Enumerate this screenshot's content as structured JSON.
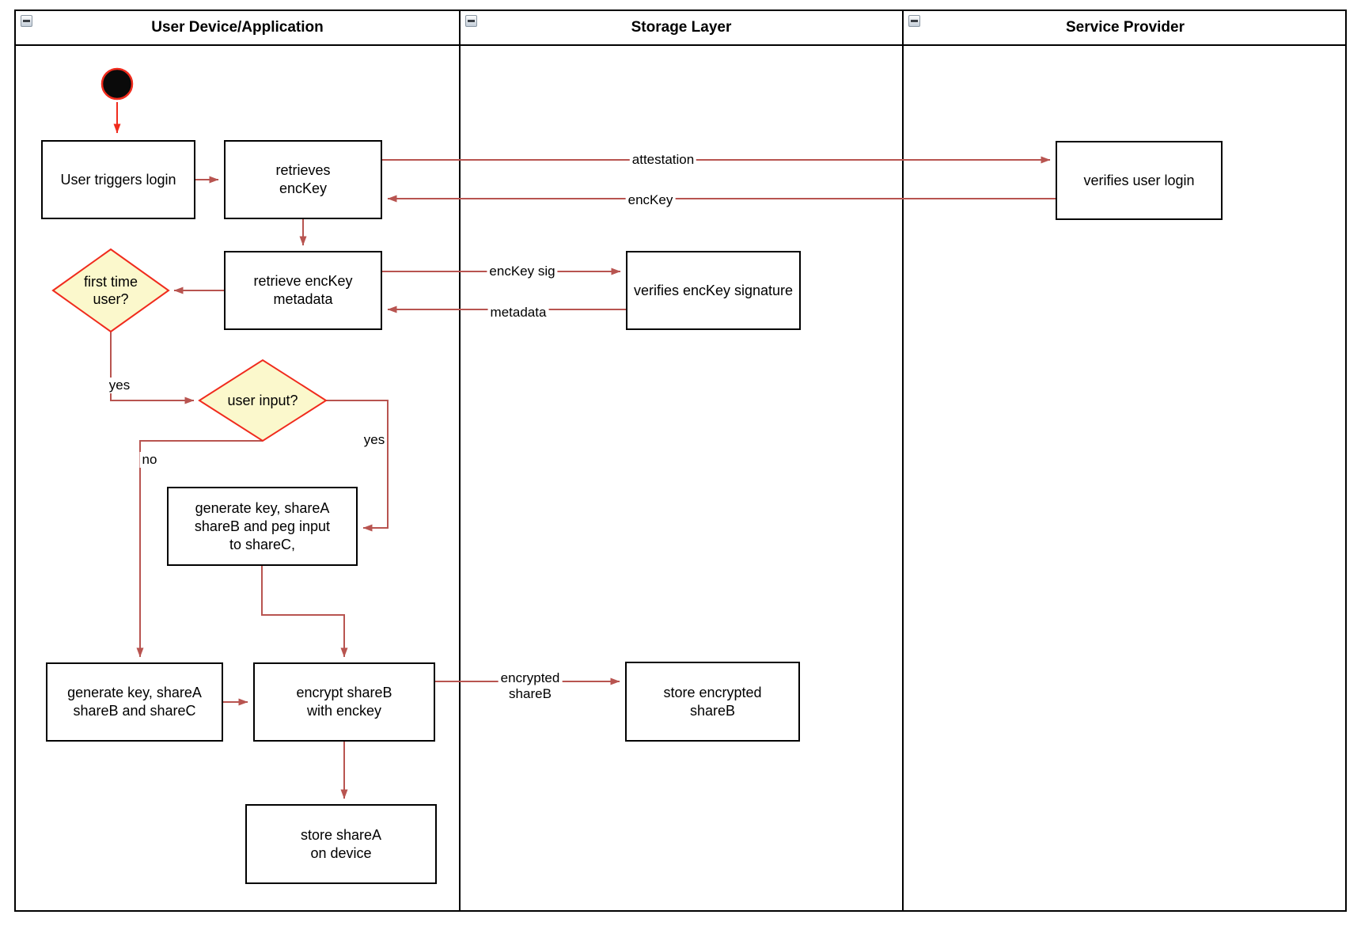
{
  "lanes": [
    {
      "title": "User Device/Application"
    },
    {
      "title": "Storage Layer"
    },
    {
      "title": "Service Provider"
    }
  ],
  "nodes": {
    "user_triggers_login": "User triggers login",
    "retrieves_enckey": "retrieves\nencKey",
    "verifies_user_login": "verifies user login",
    "retrieve_enckey_metadata": "retrieve encKey\nmetadata",
    "verifies_enckey_signature": "verifies encKey signature",
    "first_time_user": "first time\nuser?",
    "user_input": "user input?",
    "generate_peg": "generate key, shareA\nshareB and peg input\nto shareC,",
    "generate_shares": "generate key, shareA\nshareB and shareC",
    "encrypt_shareb": "encrypt shareB\nwith enckey",
    "store_encrypted_shareb": "store encrypted\nshareB",
    "store_sharea": "store shareA\non device"
  },
  "edge_labels": {
    "attestation": "attestation",
    "enckey": "encKey",
    "enckey_sig": "encKey sig",
    "metadata": "metadata",
    "yes_first_time": "yes",
    "yes_user_input": "yes",
    "no_user_input": "no",
    "encrypted_shareb": "encrypted\nshareB"
  },
  "colors": {
    "connector": "#B85450",
    "decision_border": "#F02B1D",
    "decision_fill": "#FBF8CC",
    "node_border": "#000000",
    "lane_border": "#000000",
    "start_node_fill": "#0a0a0a"
  }
}
